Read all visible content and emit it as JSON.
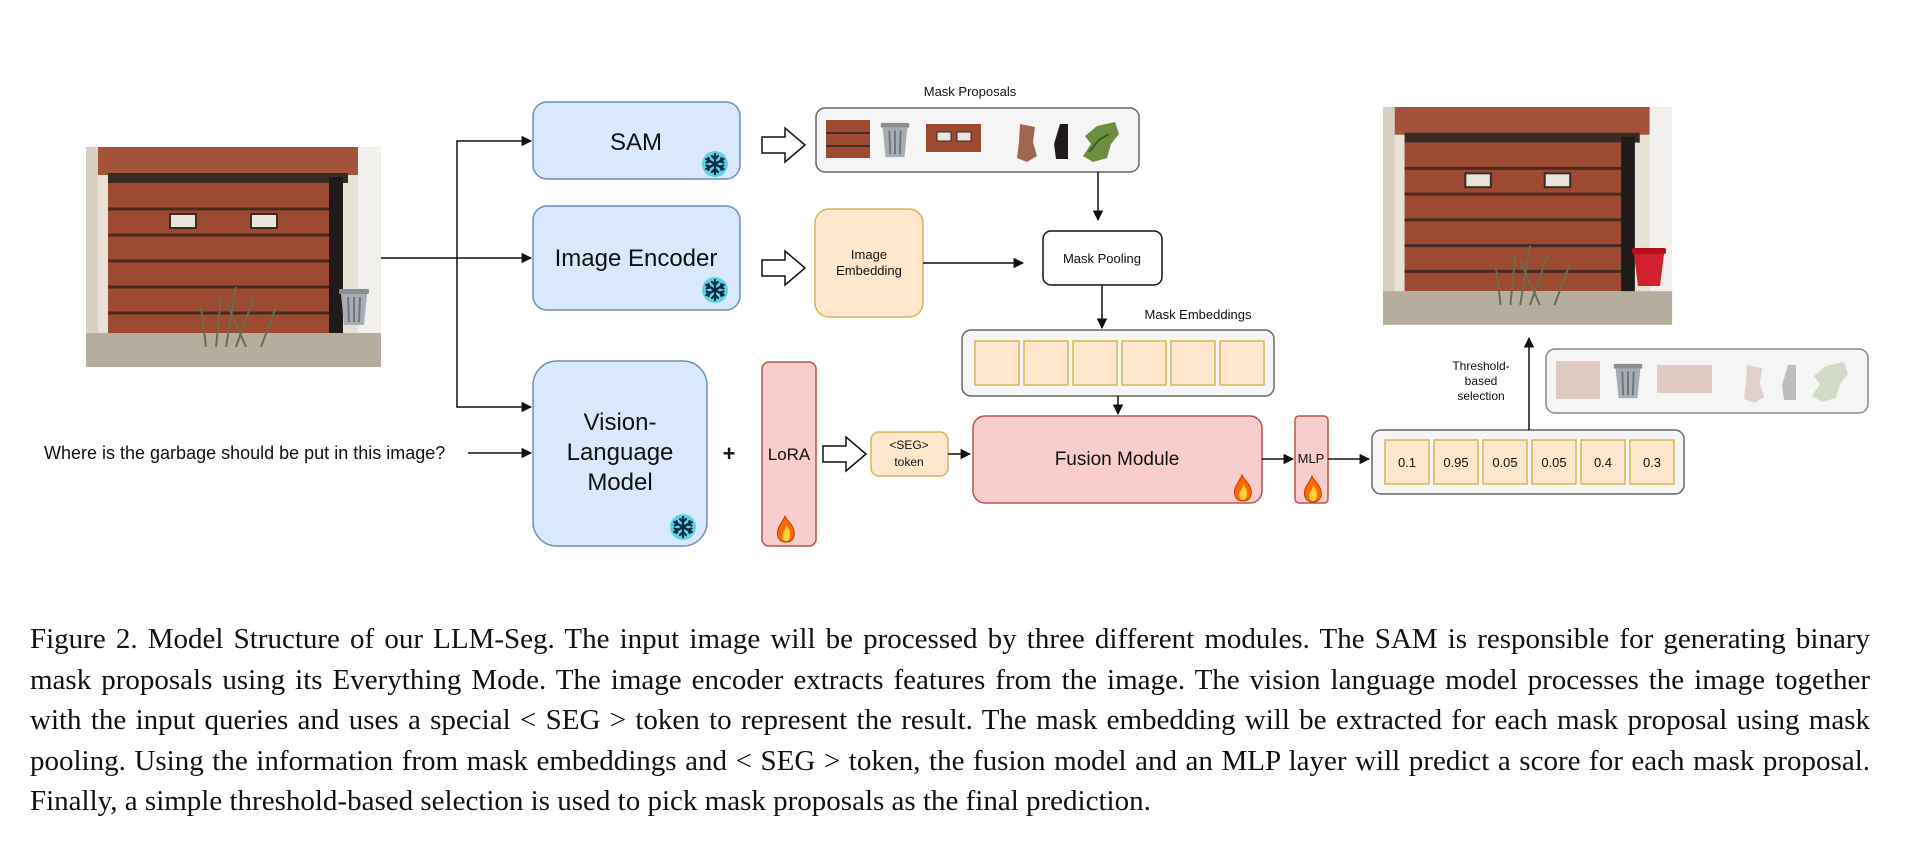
{
  "diagram": {
    "labels": {
      "mask_proposals": "Mask Proposals",
      "sam": "SAM",
      "image_encoder": "Image Encoder",
      "image_embedding_line1": "Image",
      "image_embedding_line2": "Embedding",
      "mask_pooling": "Mask Pooling",
      "mask_embeddings": "Mask Embeddings",
      "vlm_line1": "Vision-",
      "vlm_line2": "Language",
      "vlm_line3": "Model",
      "plus": "+",
      "lora": "LoRA",
      "seg_token_line1": "<SEG>",
      "seg_token_line2": "token",
      "fusion_module": "Fusion Module",
      "mlp": "MLP",
      "threshold_line1": "Threshold-",
      "threshold_line2": "based",
      "threshold_line3": "selection",
      "query": "Where is the garbage should be put in this image?"
    },
    "scores": [
      "0.1",
      "0.95",
      "0.05",
      "0.05",
      "0.4",
      "0.3"
    ],
    "icons": {
      "frozen": "snowflake-icon",
      "trainable": "flame-icon"
    },
    "colors": {
      "frozen_module_fill": "#dae8fc",
      "frozen_module_stroke": "#6c8ebf",
      "trainable_module_fill": "#f8cecc",
      "trainable_module_stroke": "#b85450",
      "embedding_fill": "#ffe6cc",
      "embedding_stroke": "#d6b656",
      "container_fill": "#f5f5f5",
      "container_stroke": "#666666"
    }
  },
  "caption": {
    "text": "Figure 2. Model Structure of our LLM-Seg. The input image will be processed by three different modules. The SAM is responsible for generating binary mask proposals using its Everything Mode. The image encoder extracts features from the image. The vision language model processes the image together with the input queries and uses a special < SEG > token to represent the result. The mask embedding will be extracted for each mask proposal using mask pooling. Using the information from mask embeddings and < SEG > token, the fusion model and an MLP layer will predict a score for each mask proposal. Finally, a simple threshold-based selection is used to pick mask proposals as the final prediction."
  }
}
